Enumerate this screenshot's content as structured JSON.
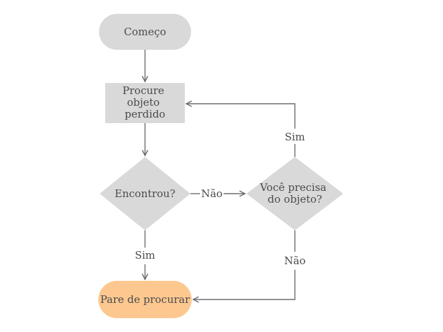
{
  "diagram": {
    "nodes": {
      "start": {
        "label": "Começo"
      },
      "search": {
        "label_lines": [
          "Procure",
          "objeto",
          "perdido"
        ]
      },
      "found_question": {
        "label": "Encontrou?"
      },
      "need_question": {
        "label_lines": [
          "Você precisa",
          "do objeto?"
        ]
      },
      "stop": {
        "label": "Pare de procurar"
      }
    },
    "edges": {
      "found_yes": "Sim",
      "found_no": "Não",
      "need_yes": "Sim",
      "need_no": "Não"
    },
    "colors": {
      "node_fill": "#d9d9d9",
      "end_fill": "#fcc890",
      "line": "#6b6b72",
      "text": "#4a4a4a"
    }
  }
}
